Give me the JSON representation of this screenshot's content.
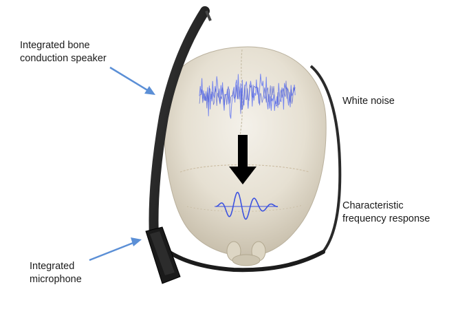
{
  "labels": {
    "speaker": [
      "Integrated bone",
      "conduction speaker"
    ],
    "noise": "White noise",
    "response": [
      "Characteristic",
      "frequency response"
    ],
    "microphone": [
      "Integrated",
      "microphone"
    ]
  },
  "colors": {
    "arrow_blue": "#5b8fd6",
    "wave_blue": "#3c52e0",
    "noise_blue": "#6c7df0",
    "skull": "#e9e4d8",
    "frame": "#1d1d1d"
  },
  "icons": {
    "down_arrow": "down-arrow-icon"
  }
}
